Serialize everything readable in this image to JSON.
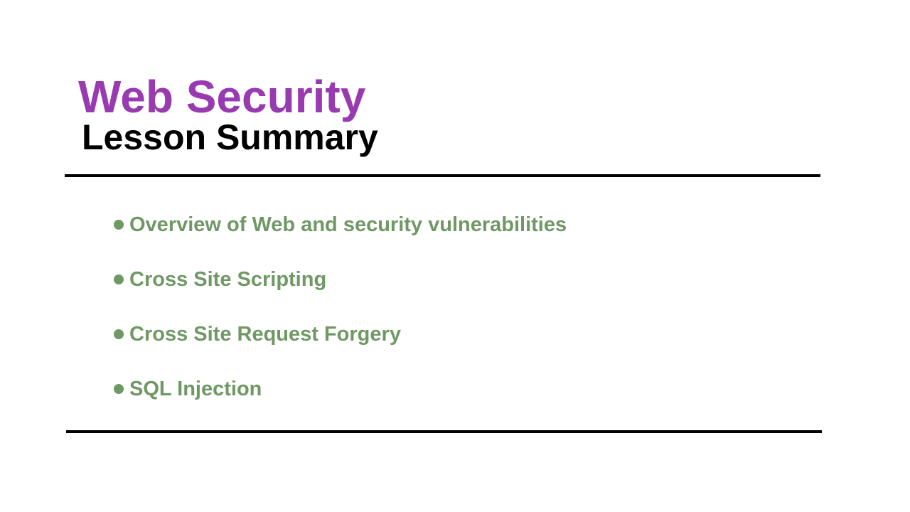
{
  "slide": {
    "title": "Web Security",
    "subtitle": "Lesson Summary",
    "bullets": [
      "Overview of Web and security vulnerabilities",
      "Cross Site Scripting",
      "Cross Site Request Forgery",
      "SQL Injection"
    ]
  },
  "colors": {
    "title": "#993BB0",
    "subtitle": "#000000",
    "bullet_text": "#6F9865",
    "rule": "#000000"
  },
  "icons": {
    "bullet": "filled-circle-bullet"
  }
}
